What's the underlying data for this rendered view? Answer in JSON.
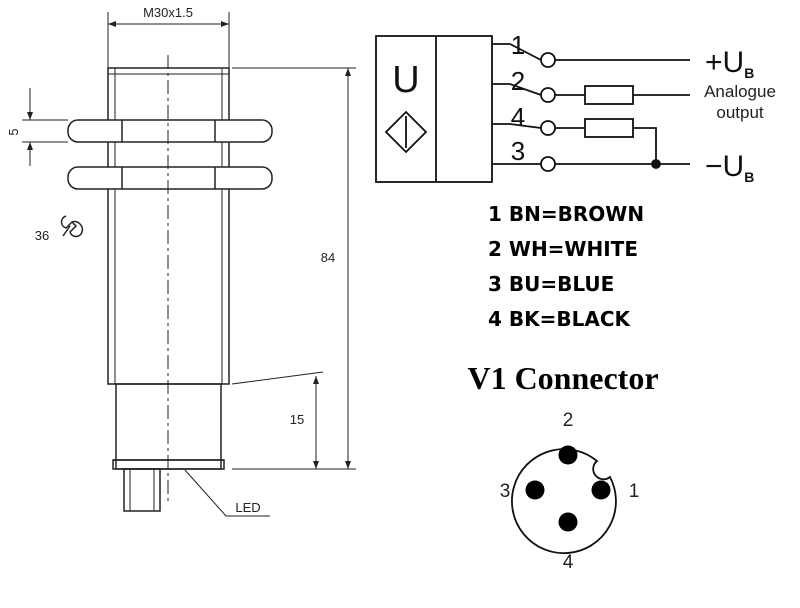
{
  "sensor": {
    "thread_label": "M30x1.5",
    "nut_thickness": "5",
    "wrench_size": "36",
    "total_length": "84",
    "connector_length": "15",
    "led_label": "LED"
  },
  "wiring": {
    "box_label": "U",
    "pins": [
      "1",
      "2",
      "4",
      "3"
    ],
    "plus_label": "+U",
    "plus_sub": "B",
    "minus_label": "−U",
    "minus_sub": "B",
    "analog_line1": "Analogue",
    "analog_line2": "output"
  },
  "legend": {
    "items": [
      "1 BN=BROWN",
      "2 WH=WHITE",
      "3 BU=BLUE",
      "4 BK=BLACK"
    ]
  },
  "connector": {
    "title": "V1 Connector",
    "pin_top": "2",
    "pin_left": "3",
    "pin_right": "1",
    "pin_bottom": "4"
  }
}
